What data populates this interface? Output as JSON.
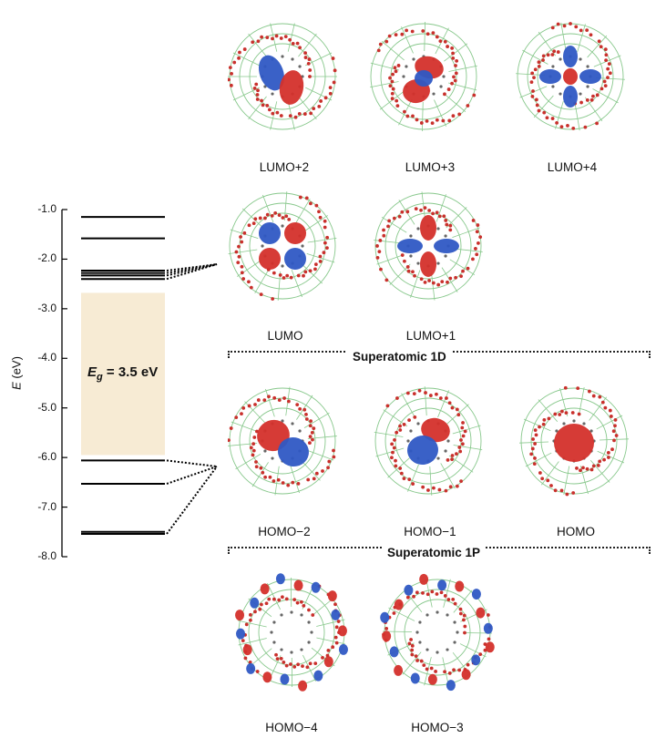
{
  "energy_axis": {
    "title_main": "E",
    "title_unit": " (eV)",
    "ylim": [
      -8.0,
      -1.0
    ],
    "ticks": [
      "-1.0",
      "-2.0",
      "-3.0",
      "-4.0",
      "-5.0",
      "-6.0",
      "-7.0",
      "-8.0"
    ],
    "tick_values": [
      -1,
      -2,
      -3,
      -4,
      -5,
      -6,
      -7,
      -8
    ]
  },
  "energy_levels": [
    -1.15,
    -1.58,
    -2.23,
    -2.28,
    -2.33,
    -2.4,
    -6.06,
    -6.53,
    -7.5,
    -7.54
  ],
  "band_gap": {
    "from": -5.95,
    "to": -2.68,
    "label_main": "E",
    "label_sub": "g",
    "label_rest": " = 3.5 eV",
    "color": "#f7ebd4"
  },
  "orbitals": {
    "lumo2": "LUMO+2",
    "lumo3": "LUMO+3",
    "lumo4": "LUMO+4",
    "lumo": "LUMO",
    "lumo1": "LUMO+1",
    "homo2": "HOMO−2",
    "homo1": "HOMO−1",
    "homo": "HOMO",
    "homo4": "HOMO−4",
    "homo3": "HOMO−3"
  },
  "groups": {
    "d": "Superatomic 1D",
    "p": "Superatomic 1P"
  },
  "colors": {
    "lobe_positive": "#d4302b",
    "lobe_negative": "#2f59c4",
    "frame_green": "#88c88c",
    "atom_red": "#c9302c",
    "atom_gray": "#666666"
  }
}
